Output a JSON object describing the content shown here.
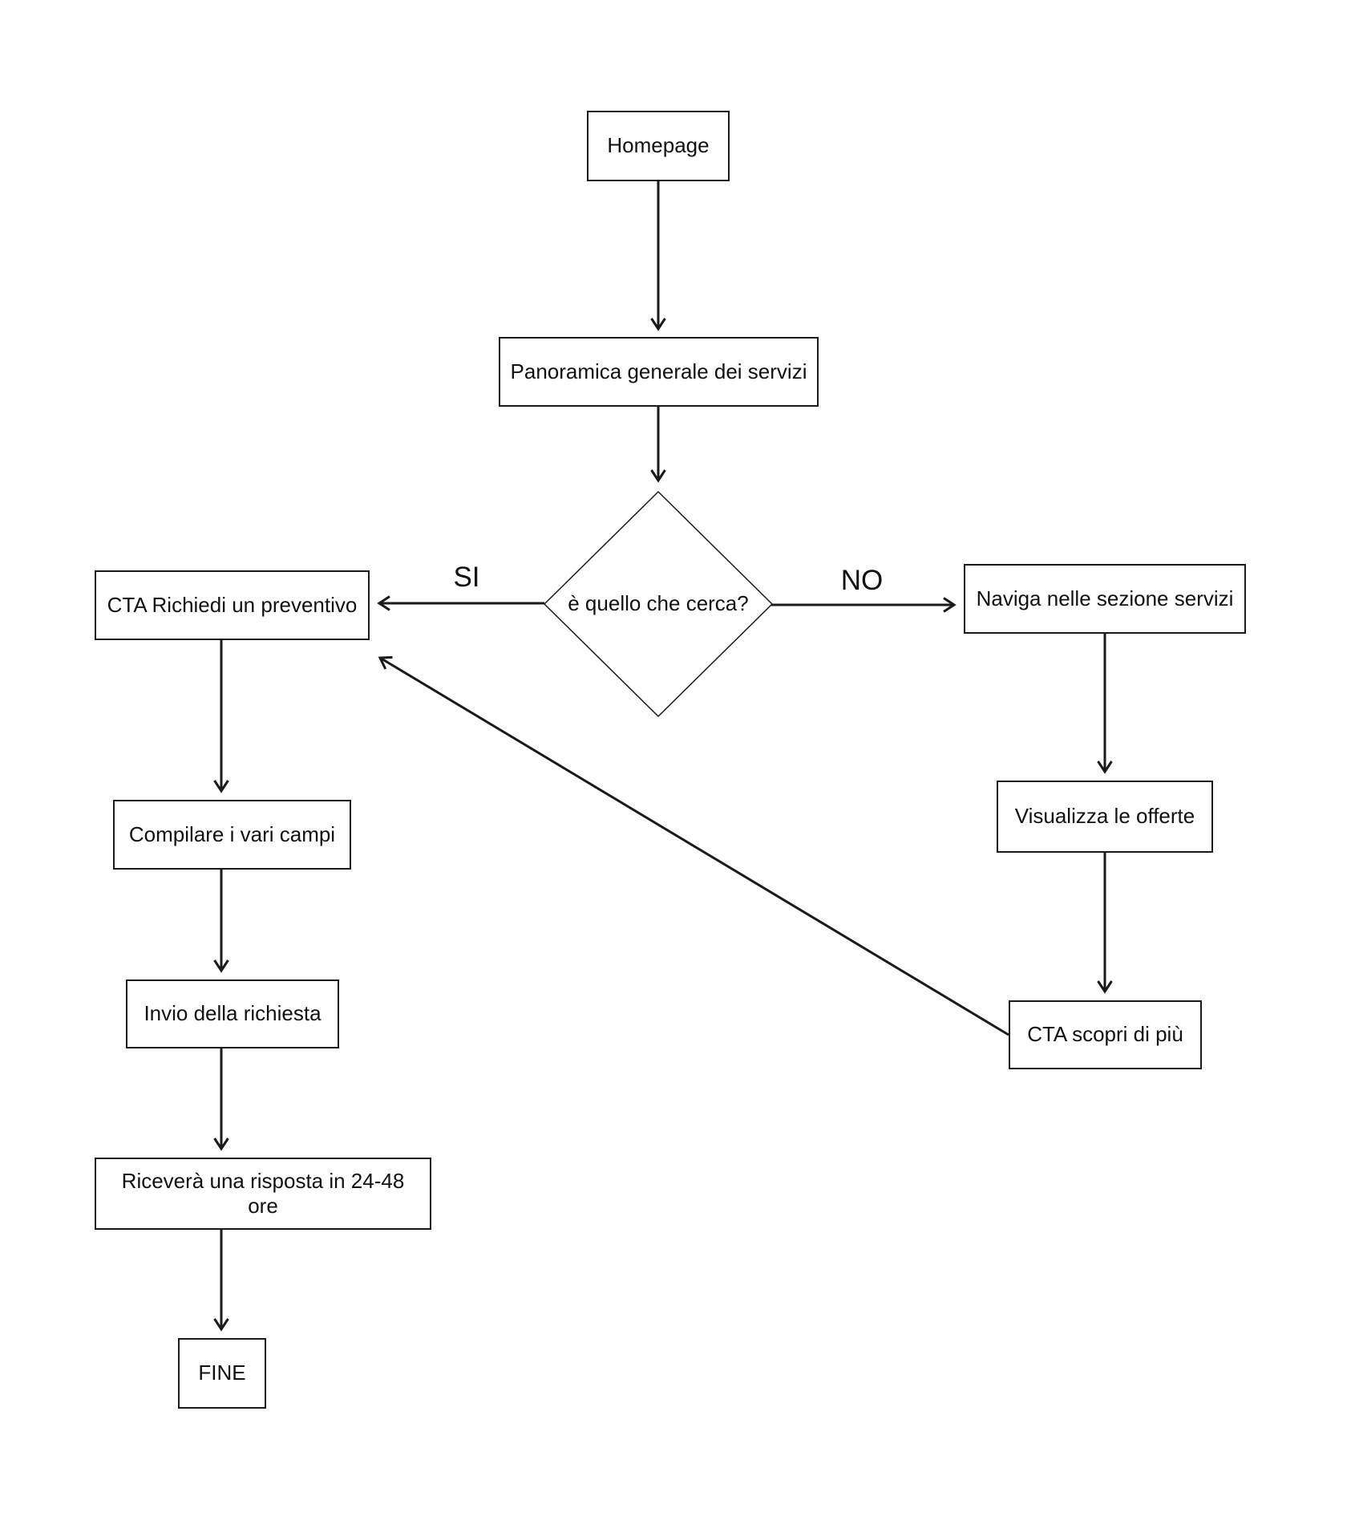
{
  "diagram": {
    "type": "flowchart",
    "language": "it",
    "background": "#ffffff",
    "stroke_color": "#1a1a1a",
    "text_color": "#111111",
    "node_fill": "#ffffff"
  },
  "nodes": {
    "homepage": {
      "label": "Homepage",
      "shape": "rect"
    },
    "panoramica": {
      "label": "Panoramica generale dei servizi",
      "shape": "rect"
    },
    "decisione": {
      "label": "è quello che cerca?",
      "shape": "diamond"
    },
    "cta_preventivo": {
      "label": "CTA Richiedi un preventivo",
      "shape": "rect"
    },
    "naviga": {
      "label": "Naviga nelle sezione servizi",
      "shape": "rect"
    },
    "compilare": {
      "label": "Compilare i vari campi",
      "shape": "rect"
    },
    "visualizza": {
      "label": "Visualizza le offerte",
      "shape": "rect"
    },
    "invio": {
      "label": "Invio della richiesta",
      "shape": "rect"
    },
    "cta_scopri": {
      "label": "CTA scopri di più",
      "shape": "rect"
    },
    "ricevera": {
      "label": "Riceverà una risposta in 24-48 ore",
      "shape": "rect"
    },
    "fine": {
      "label": "FINE",
      "shape": "rect"
    }
  },
  "edge_labels": {
    "si": "SI",
    "no": "NO"
  },
  "edges": [
    {
      "from": "homepage",
      "to": "panoramica",
      "label": ""
    },
    {
      "from": "panoramica",
      "to": "decisione",
      "label": ""
    },
    {
      "from": "decisione",
      "to": "cta_preventivo",
      "label": "SI"
    },
    {
      "from": "decisione",
      "to": "naviga",
      "label": "NO"
    },
    {
      "from": "cta_preventivo",
      "to": "compilare",
      "label": ""
    },
    {
      "from": "compilare",
      "to": "invio",
      "label": ""
    },
    {
      "from": "invio",
      "to": "ricevera",
      "label": ""
    },
    {
      "from": "ricevera",
      "to": "fine",
      "label": ""
    },
    {
      "from": "naviga",
      "to": "visualizza",
      "label": ""
    },
    {
      "from": "visualizza",
      "to": "cta_scopri",
      "label": ""
    },
    {
      "from": "cta_scopri",
      "to": "cta_preventivo",
      "label": ""
    }
  ]
}
